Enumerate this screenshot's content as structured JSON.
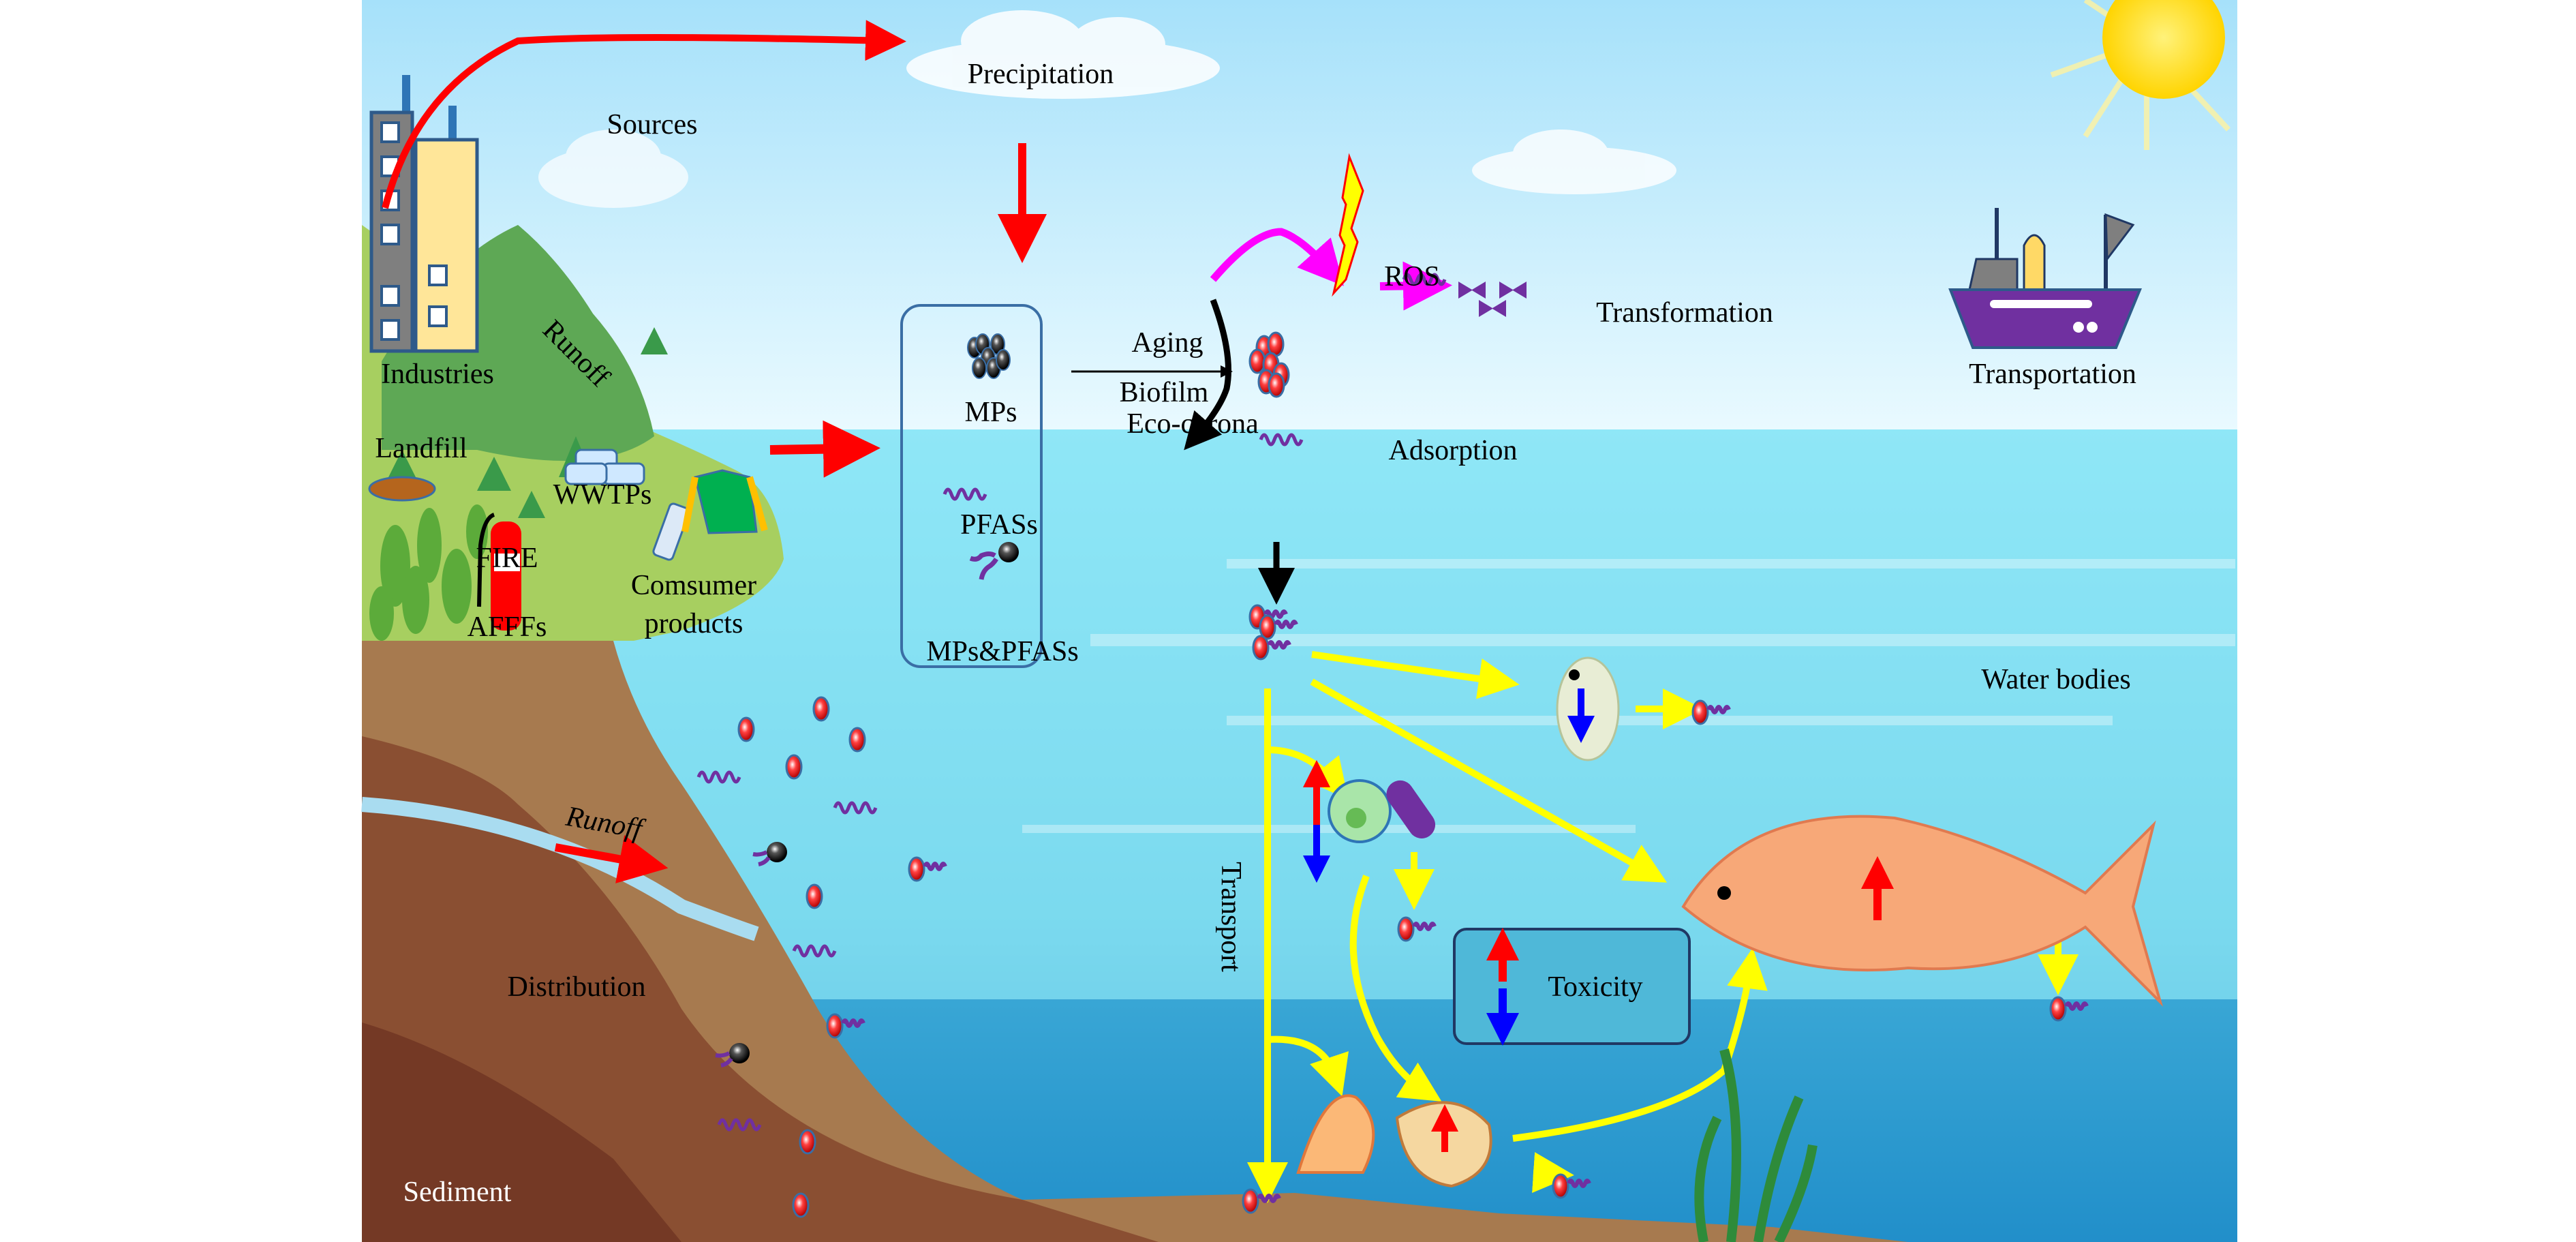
{
  "labels": {
    "precipitation": "Precipitation",
    "sources": "Sources",
    "industries": "Industries",
    "runoff_land": "Runoff",
    "landfill": "Landfill",
    "wwtps": "WWTPs",
    "afffs": "AFFFs",
    "fire": "FIRE",
    "consumer_1": "Comsumer",
    "consumer_2": "products",
    "mps": "MPs",
    "pfass": "PFASs",
    "mps_pfass": "MPs&PFASs",
    "aging": "Aging",
    "biofilm": "Biofilm",
    "eco_corona": "Eco-corona",
    "ros": "ROS",
    "transformation": "Transformation",
    "adsorption": "Adsorption",
    "transportation": "Transportation",
    "water_bodies": "Water bodies",
    "transport": "Transport",
    "runoff_sediment": "Runoff",
    "distribution": "Distribution",
    "toxicity": "Toxicity",
    "sediment": "Sediment"
  },
  "colors": {
    "sky_top": "#a6e1fa",
    "sea": "#8fe6f6",
    "deep_sea": "#1f8fc9",
    "land": "#a7cf60",
    "sediment": "#a0693e",
    "arrow_red": "#ff0000",
    "arrow_yellow": "#ffff00",
    "arrow_magenta": "#ff00ff",
    "pfas_purple": "#7030a0"
  }
}
